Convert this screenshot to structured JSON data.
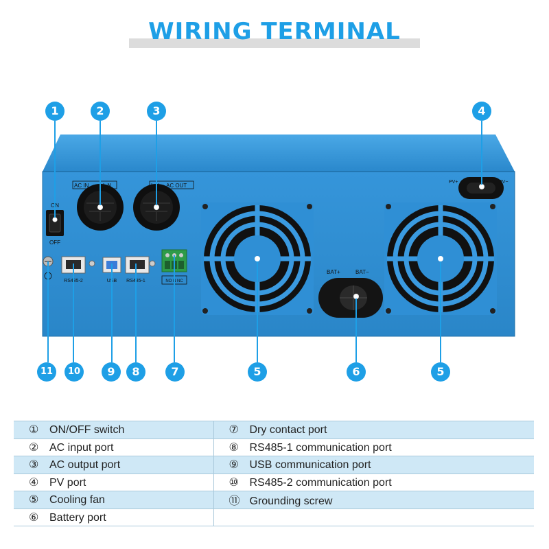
{
  "title": "WIRING TERMINAL",
  "panel_labels": {
    "on": "ON",
    "off": "OFF",
    "ac_in": "AC IN",
    "l_n_in": "L N",
    "l_n_out": "L N",
    "ac_out": "AC OUT",
    "pv_plus": "PV+",
    "pv_minus": "PV−",
    "rs485_2": "RS485-2",
    "usb": "USB",
    "rs485_1": "RS485-1",
    "dry": "NO N NC",
    "bat_plus": "BAT+",
    "bat_minus": "BAT−"
  },
  "markers": [
    "1",
    "2",
    "3",
    "4",
    "5",
    "6",
    "7",
    "8",
    "9",
    "10",
    "11"
  ],
  "legend": {
    "left": [
      {
        "num": "①",
        "text": "ON/OFF switch"
      },
      {
        "num": "②",
        "text": "AC input port"
      },
      {
        "num": "③",
        "text": "AC output port"
      },
      {
        "num": "④",
        "text": "PV port"
      },
      {
        "num": "⑤",
        "text": "Cooling fan"
      },
      {
        "num": "⑥",
        "text": "Battery port"
      }
    ],
    "right": [
      {
        "num": "⑦",
        "text": "Dry contact port"
      },
      {
        "num": "⑧",
        "text": "RS485-1 communication port"
      },
      {
        "num": "⑨",
        "text": "USB communication port"
      },
      {
        "num": "⑩",
        "text": "RS485-2 communication port"
      },
      {
        "num": "⑪",
        "text": "Grounding screw"
      }
    ]
  },
  "colors": {
    "accent": "#1e9fe6",
    "device": "#2d8fd6",
    "row": "#cfe8f6"
  }
}
